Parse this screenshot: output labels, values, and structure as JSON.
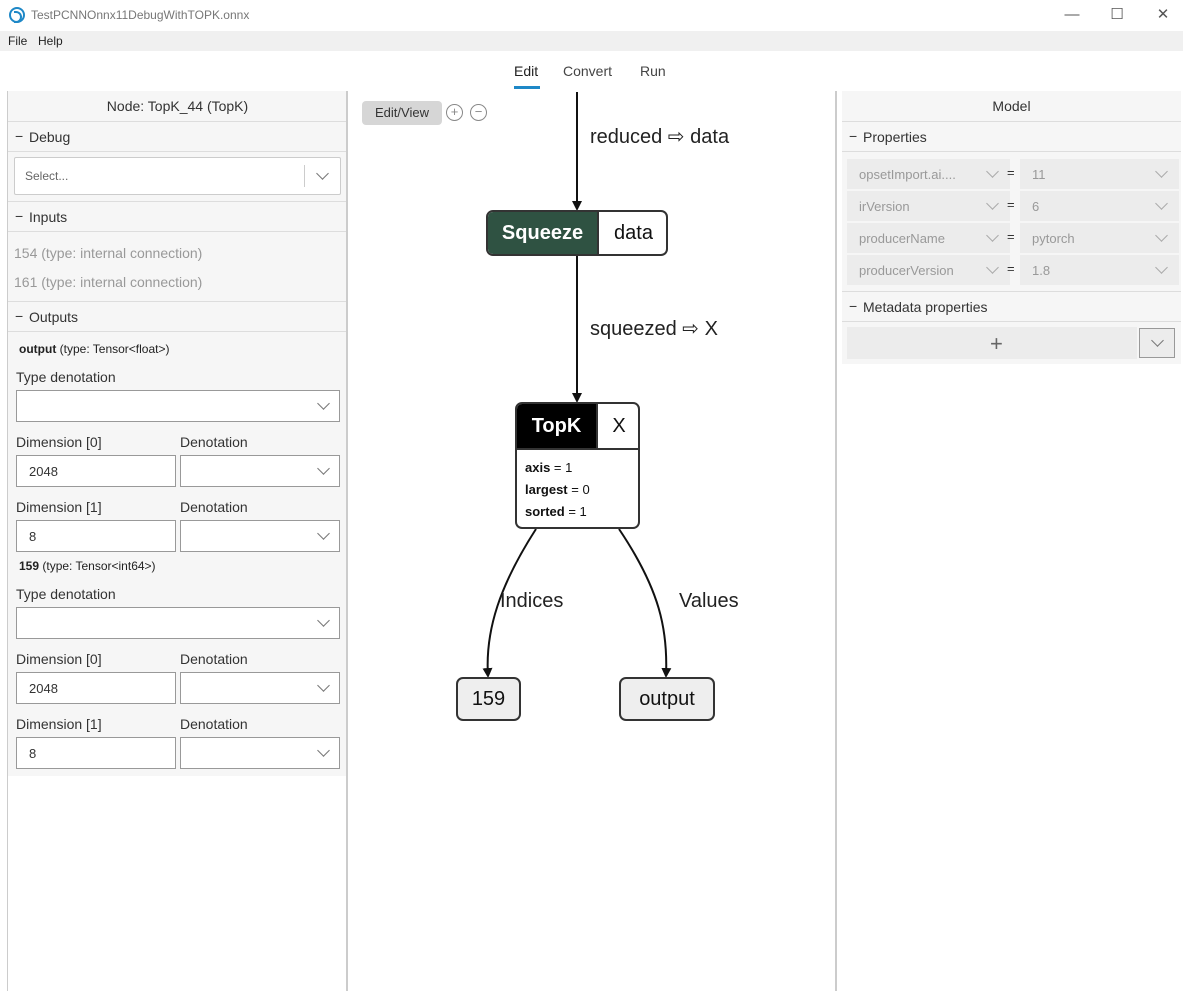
{
  "window": {
    "title": "TestPCNNOnnx11DebugWithTOPK.onnx",
    "minimize": "—",
    "maximize": "☐",
    "close": "✕"
  },
  "menu": {
    "file": "File",
    "help": "Help"
  },
  "tabs": [
    {
      "label": "Edit",
      "active": true
    },
    {
      "label": "Convert",
      "active": false
    },
    {
      "label": "Run",
      "active": false
    }
  ],
  "left_panel": {
    "title": "Node: TopK_44 (TopK)",
    "debug": {
      "header": "Debug",
      "placeholder": "Select..."
    },
    "inputs": {
      "header": "Inputs",
      "items": [
        "154 (type: internal connection)",
        "161 (type: internal connection)"
      ]
    },
    "outputs": {
      "header": "Outputs",
      "items": [
        {
          "name": "output",
          "type": " (type: Tensor<float>)",
          "type_denotation_label": "Type denotation",
          "dims": [
            {
              "label": "Dimension [0]",
              "value": "2048",
              "denotation_label": "Denotation"
            },
            {
              "label": "Dimension [1]",
              "value": "8",
              "denotation_label": "Denotation"
            }
          ]
        },
        {
          "name": "159",
          "type": " (type: Tensor<int64>)",
          "type_denotation_label": "Type denotation",
          "dims": [
            {
              "label": "Dimension [0]",
              "value": "2048",
              "denotation_label": "Denotation"
            },
            {
              "label": "Dimension [1]",
              "value": "8",
              "denotation_label": "Denotation"
            }
          ]
        }
      ]
    }
  },
  "graph": {
    "edit_view": "Edit/View",
    "zoom_in": "+",
    "zoom_out": "−",
    "edges": {
      "reduced_data": "reduced ⇨ data",
      "squeezed_x": "squeezed ⇨ X",
      "indices": "Indices",
      "values": "Values"
    },
    "squeeze": {
      "op": "Squeeze",
      "port": "data",
      "color": "#2f5242"
    },
    "topk": {
      "op": "TopK",
      "port": "X",
      "color": "#000000",
      "attrs": [
        {
          "name": "axis",
          "value": " = 1"
        },
        {
          "name": "largest",
          "value": " = 0"
        },
        {
          "name": "sorted",
          "value": " = 1"
        }
      ]
    },
    "out_159": "159",
    "out_output": "output"
  },
  "right_panel": {
    "title": "Model",
    "properties_header": "Properties",
    "properties": [
      {
        "key": "opsetImport.ai....",
        "value": "11"
      },
      {
        "key": "irVersion",
        "value": "6"
      },
      {
        "key": "producerName",
        "value": "pytorch"
      },
      {
        "key": "producerVersion",
        "value": "1.8"
      }
    ],
    "metadata_header": "Metadata properties",
    "add": "+"
  },
  "colors": {
    "accent": "#1e88c7"
  }
}
